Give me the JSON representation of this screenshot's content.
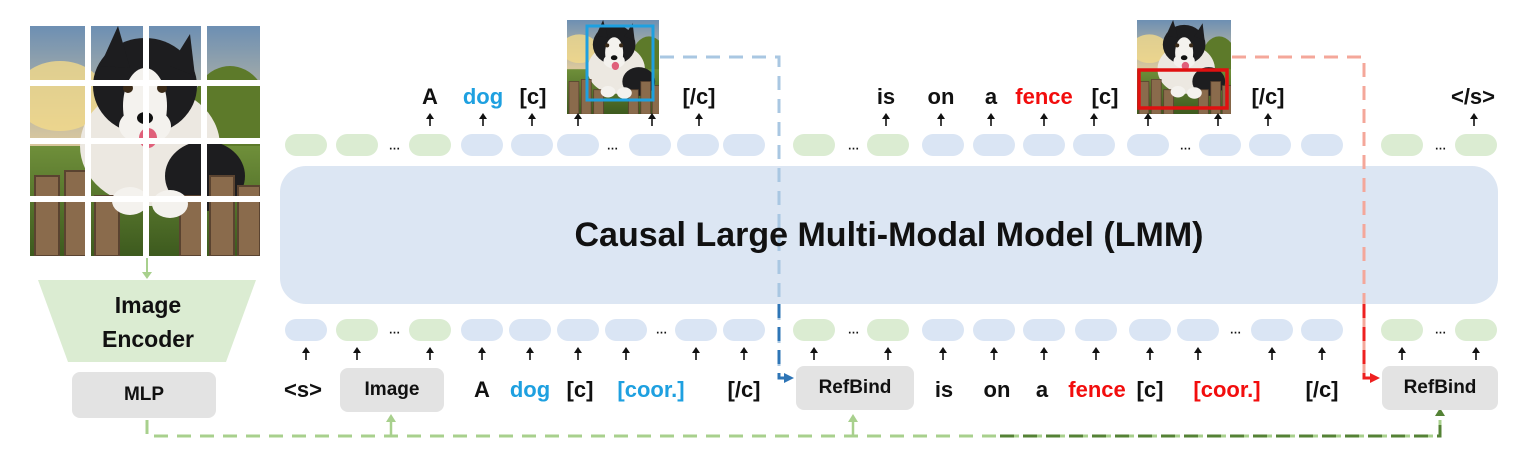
{
  "model": {
    "title": "Causal Large Multi-Modal Model (LMM)"
  },
  "encoder": {
    "title_line1": "Image",
    "title_line2": "Encoder",
    "mlp": "MLP"
  },
  "output_tokens": {
    "a": "A",
    "dog": "dog",
    "c_open1": "[c]",
    "c_close1": "[/c]",
    "is": "is",
    "on": "on",
    "a2": "a",
    "fence": "fence",
    "c_open2": "[c]",
    "c_close2": "[/c]",
    "eos": "</s>"
  },
  "input_tokens": {
    "bos": "<s>",
    "image": "Image",
    "a": "A",
    "dog": "dog",
    "c_open1": "[c]",
    "coor1": "[coor.]",
    "c_close1": "[/c]",
    "refbind1": "RefBind",
    "is": "is",
    "on": "on",
    "a2": "a",
    "fence": "fence",
    "c_open2": "[c]",
    "coor2": "[coor.]",
    "c_close2": "[/c]",
    "refbind2": "RefBind"
  },
  "ellipsis": "...",
  "colors": {
    "token_blue": "#dae5f4",
    "token_green": "#dbecd2",
    "lmm_fill": "#dce6f3",
    "grey_box": "#e3e3e3",
    "highlight_blue": "#1ea0e0",
    "highlight_red": "#f20d0d",
    "dash_blue": "#a9c7e2",
    "dash_red": "#f4a79a",
    "dash_green": "#a8d08d",
    "dash_green_dark": "#548235",
    "arrow_blue": "#2e75b6",
    "arrow_red": "#ee2020"
  },
  "icons": [
    "dog-image-patch-grid",
    "dog-crop-thumbnail",
    "up-arrow",
    "dashed-connector"
  ]
}
